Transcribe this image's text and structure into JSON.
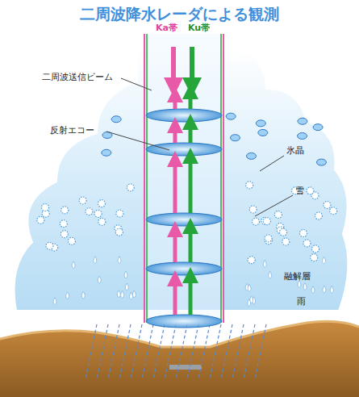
{
  "diagram": {
    "title": "二周波降水レーダによる観測",
    "labels": [
      "Ka帯",
      "Ku帯",
      "二周波送信ビーム",
      "反射エコー",
      "氷晶",
      "雪",
      "融解層",
      "雨"
    ]
  }
}
